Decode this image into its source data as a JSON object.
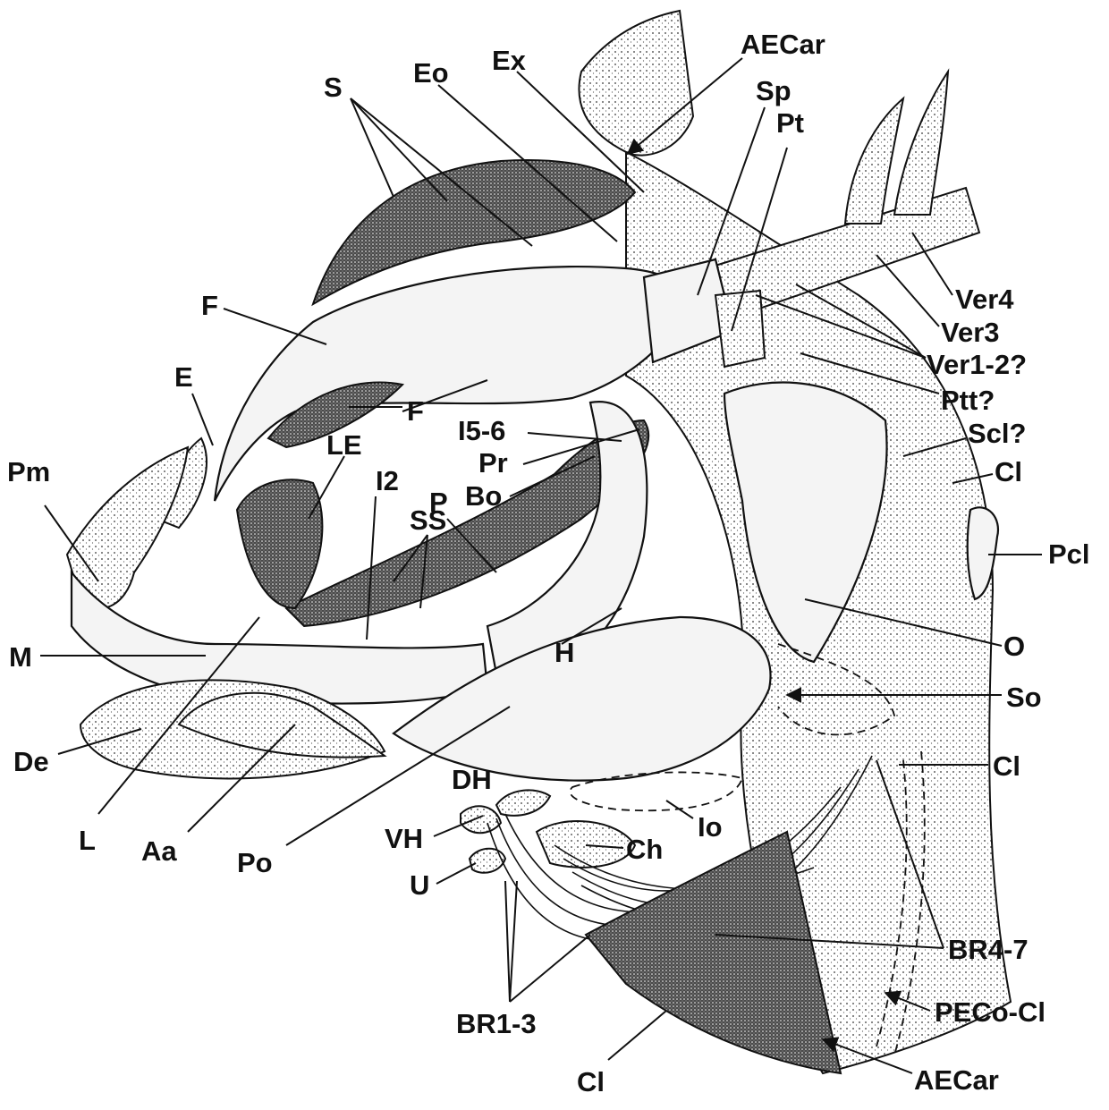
{
  "labels": {
    "AECar_top": "AECar",
    "Eo": "Eo",
    "Ex": "Ex",
    "S": "S",
    "Sp": "Sp",
    "Pt": "Pt",
    "Ver4": "Ver4",
    "Ver3": "Ver3",
    "Ver1_2": "Ver1-2?",
    "Ptt": "Ptt?",
    "Scl": "Scl?",
    "Cl_upper": "Cl",
    "Pcl": "Pcl",
    "F_upper": "F",
    "F_lower": "F",
    "E": "E",
    "LE": "LE",
    "I5_6": "I5-6",
    "Pr": "Pr",
    "Bo": "Bo",
    "I2": "I2",
    "P": "P",
    "SS": "SS",
    "Pm": "Pm",
    "M": "M",
    "H": "H",
    "O": "O",
    "So": "So",
    "De": "De",
    "Cl_mid": "Cl",
    "DH": "DH",
    "Io": "Io",
    "VH": "VH",
    "Ch": "Ch",
    "L": "L",
    "Aa": "Aa",
    "Po": "Po",
    "U": "U",
    "BR4_7": "BR4-7",
    "BR1_3": "BR1-3",
    "PECo_Cl": "PECo-Cl",
    "Cl_bottom": "Cl",
    "AECar_bottom": "AECar"
  }
}
